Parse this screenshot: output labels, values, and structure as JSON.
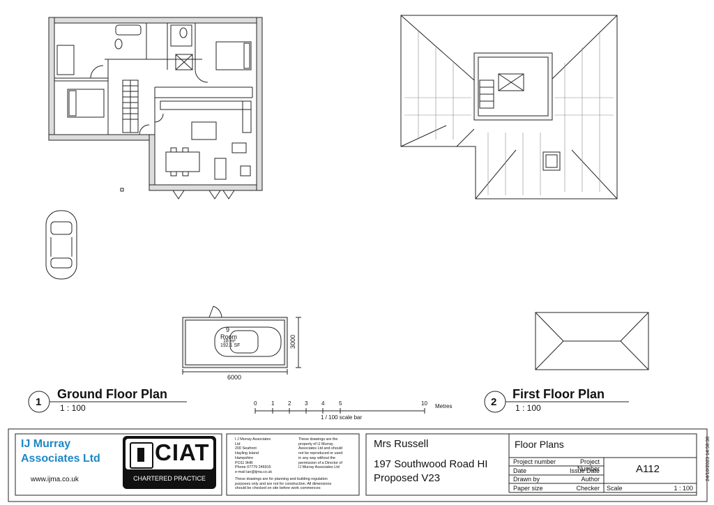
{
  "views": {
    "ground": {
      "number": "1",
      "title": "Ground Floor Plan",
      "scale": "1 : 100"
    },
    "first": {
      "number": "2",
      "title": "First Floor Plan",
      "scale": "1 : 100"
    }
  },
  "garage": {
    "room_number": "9",
    "room_name": "Room",
    "area_m2": "18 m²",
    "area_sf": "192.1 SF",
    "width_dim": "6000",
    "depth_dim": "3000"
  },
  "scale_bar": {
    "ticks": [
      "0",
      "1",
      "2",
      "3",
      "4",
      "5",
      "10"
    ],
    "unit": "Metres",
    "caption": "1 / 100 scale bar"
  },
  "title_block": {
    "company_line1": "IJ Murray",
    "company_line2": "Associates Ltd",
    "website": "www.ijma.co.uk",
    "ciat_text": "CIAT",
    "ciat_sub": "CHARTERED PRACTICE",
    "address_lines": [
      "I J Murray Associates",
      "Ltd",
      "200 Seafront",
      "Hayling Island",
      "Hampshire",
      "PO11 9HR",
      "Phone 07779 246915",
      "e-mail ian@ijma.co.uk"
    ],
    "copyright_lines": [
      "These drawings are the",
      "property of IJ Murray",
      "Associates Ltd and should",
      "not be reproduced or used",
      "in any way without the",
      "permission of a Director of",
      "IJ Murray Associates Ltd"
    ],
    "planning_note_lines": [
      "These drawings are for planning and building regulation",
      "purposes only and are not for construction. All dimensions",
      "should be checked on site before work commences"
    ],
    "client": "Mrs Russell",
    "address_line": "197 Southwood Road HI",
    "proposal": "Proposed V23",
    "sheet_title": "Floor Plans",
    "fields": [
      {
        "label": "Project number",
        "value": "Project Number"
      },
      {
        "label": "Date",
        "value": "Issue Date"
      },
      {
        "label": "Drawn by",
        "value": "Author"
      },
      {
        "label": "Paper size",
        "value": "Checker"
      }
    ],
    "sheet_number": "A112",
    "scale_label": "Scale",
    "scale_value": "1 : 100",
    "timestamp": "24/10/2023 14:58:38"
  },
  "colors": {
    "brand_blue": "#1d87c4",
    "line": "#222222"
  }
}
